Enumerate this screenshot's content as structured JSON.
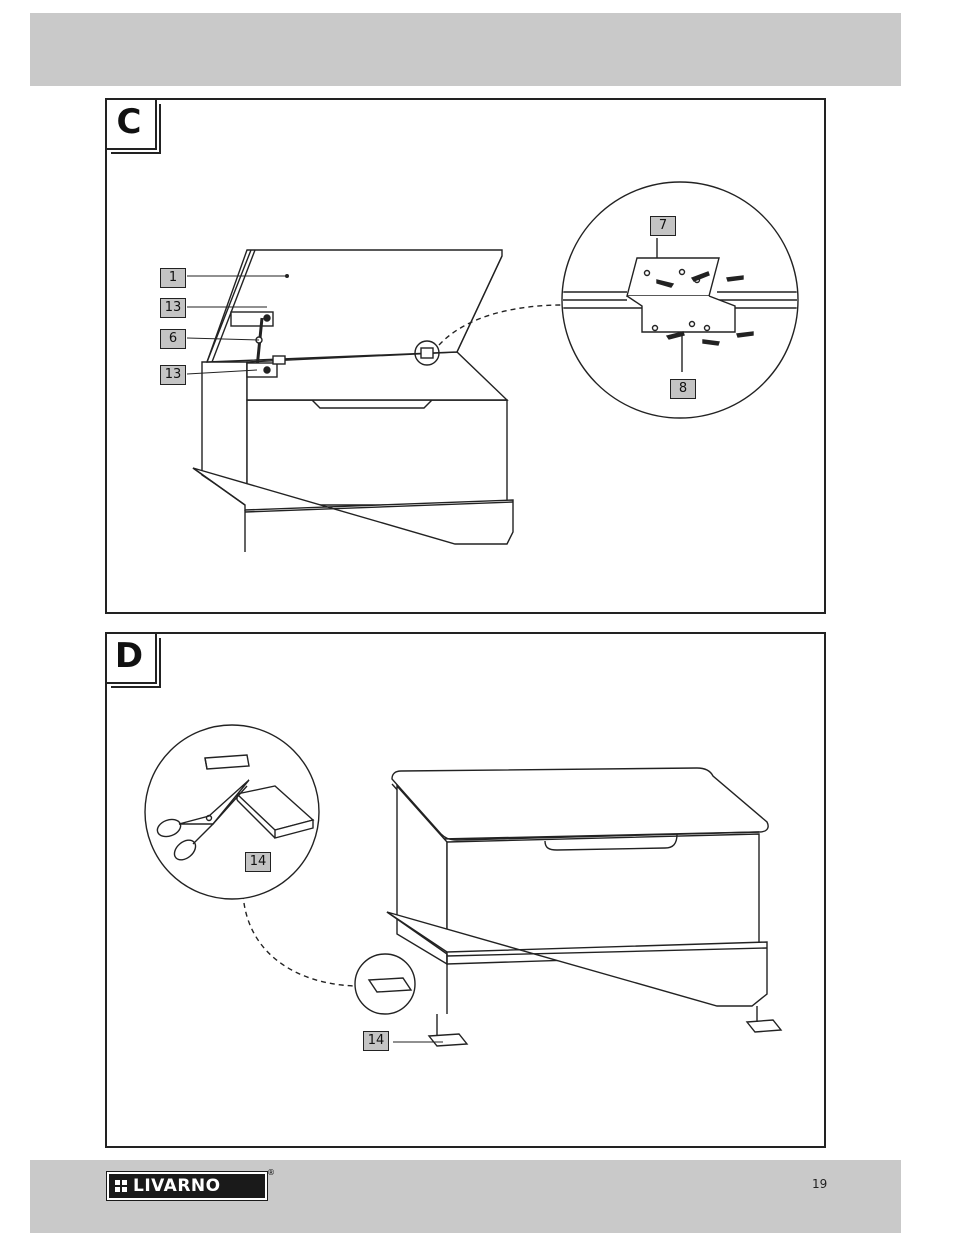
{
  "page_number": "19",
  "brand": {
    "name": "LIVARNO",
    "registered": "®"
  },
  "panel_c": {
    "letter": "C",
    "labels": {
      "lid": "1",
      "hinge_top": "13",
      "lid_stay": "6",
      "hinge_bottom": "13",
      "bracket_top": "7",
      "bracket_bottom": "8"
    }
  },
  "panel_d": {
    "letter": "D",
    "labels": {
      "felt_detail": "14",
      "felt_pad": "14"
    }
  },
  "colors": {
    "band": "#c9c9c9",
    "tag": "#c4c4c4",
    "line": "#222222"
  },
  "icons": [
    "scissors-icon",
    "screw-icon"
  ]
}
